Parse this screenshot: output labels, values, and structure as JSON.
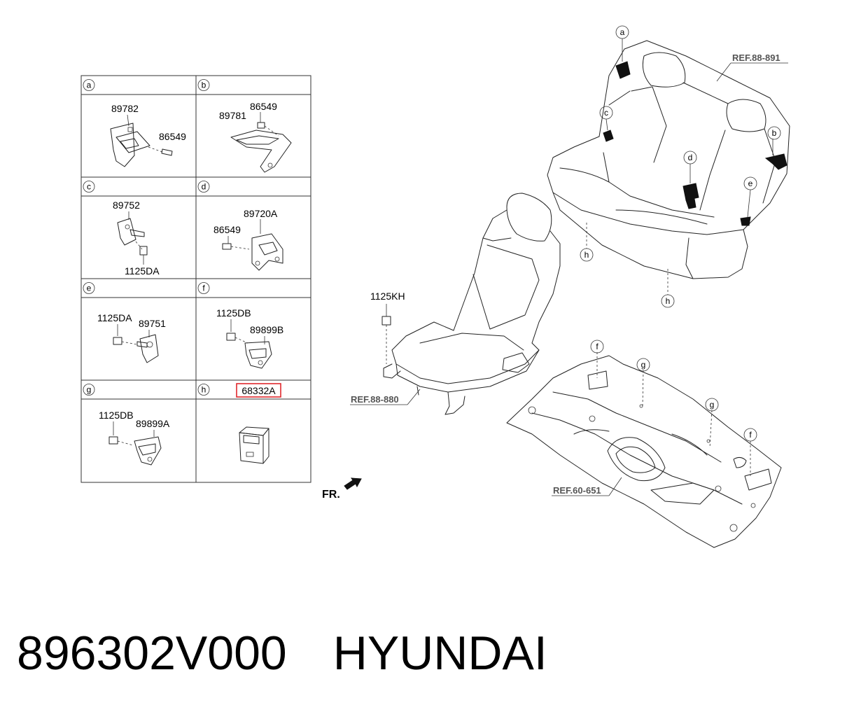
{
  "catalog": {
    "part_number": "896302V000",
    "brand": "HYUNDAI"
  },
  "detail_table": {
    "cells": [
      {
        "key": "a",
        "labels": [
          "89782",
          "86549"
        ]
      },
      {
        "key": "b",
        "labels": [
          "89781",
          "86549"
        ]
      },
      {
        "key": "c",
        "labels": [
          "89752",
          "1125DA"
        ]
      },
      {
        "key": "d",
        "labels": [
          "89720A",
          "86549"
        ]
      },
      {
        "key": "e",
        "labels": [
          "1125DA",
          "89751"
        ]
      },
      {
        "key": "f",
        "labels": [
          "1125DB",
          "89899B"
        ]
      },
      {
        "key": "g",
        "labels": [
          "1125DB",
          "89899A"
        ]
      },
      {
        "key": "h",
        "labels": [
          "68332A"
        ]
      }
    ],
    "highlight_color": "#e0282d"
  },
  "main_view": {
    "refs": [
      "REF.88-891",
      "REF.88-880",
      "REF.60-651"
    ],
    "bolt_label": "1125KH",
    "front_label": "FR.",
    "callouts": [
      "a",
      "b",
      "c",
      "d",
      "e",
      "f",
      "g",
      "h"
    ]
  }
}
